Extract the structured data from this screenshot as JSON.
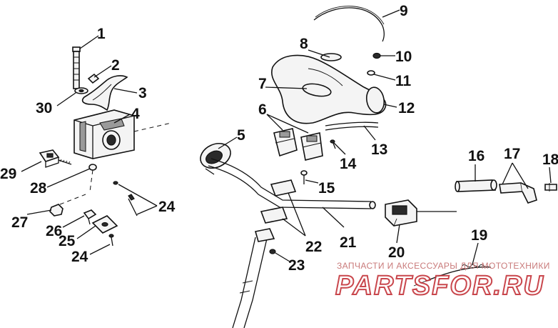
{
  "diagram": {
    "callouts": [
      "1",
      "2",
      "3",
      "4",
      "5",
      "6",
      "7",
      "8",
      "9",
      "10",
      "11",
      "12",
      "13",
      "14",
      "15",
      "16",
      "17",
      "18",
      "19",
      "20",
      "21",
      "22",
      "23",
      "24",
      "25",
      "26",
      "27",
      "28",
      "29",
      "30",
      "24"
    ]
  },
  "watermark": {
    "line1": "ЗАПЧАСТИ И АКСЕССУАРЫ ДЛЯ МОТОТЕХНИКИ",
    "line2": "PARTSFOR.RU",
    "color": "#c0282e"
  }
}
